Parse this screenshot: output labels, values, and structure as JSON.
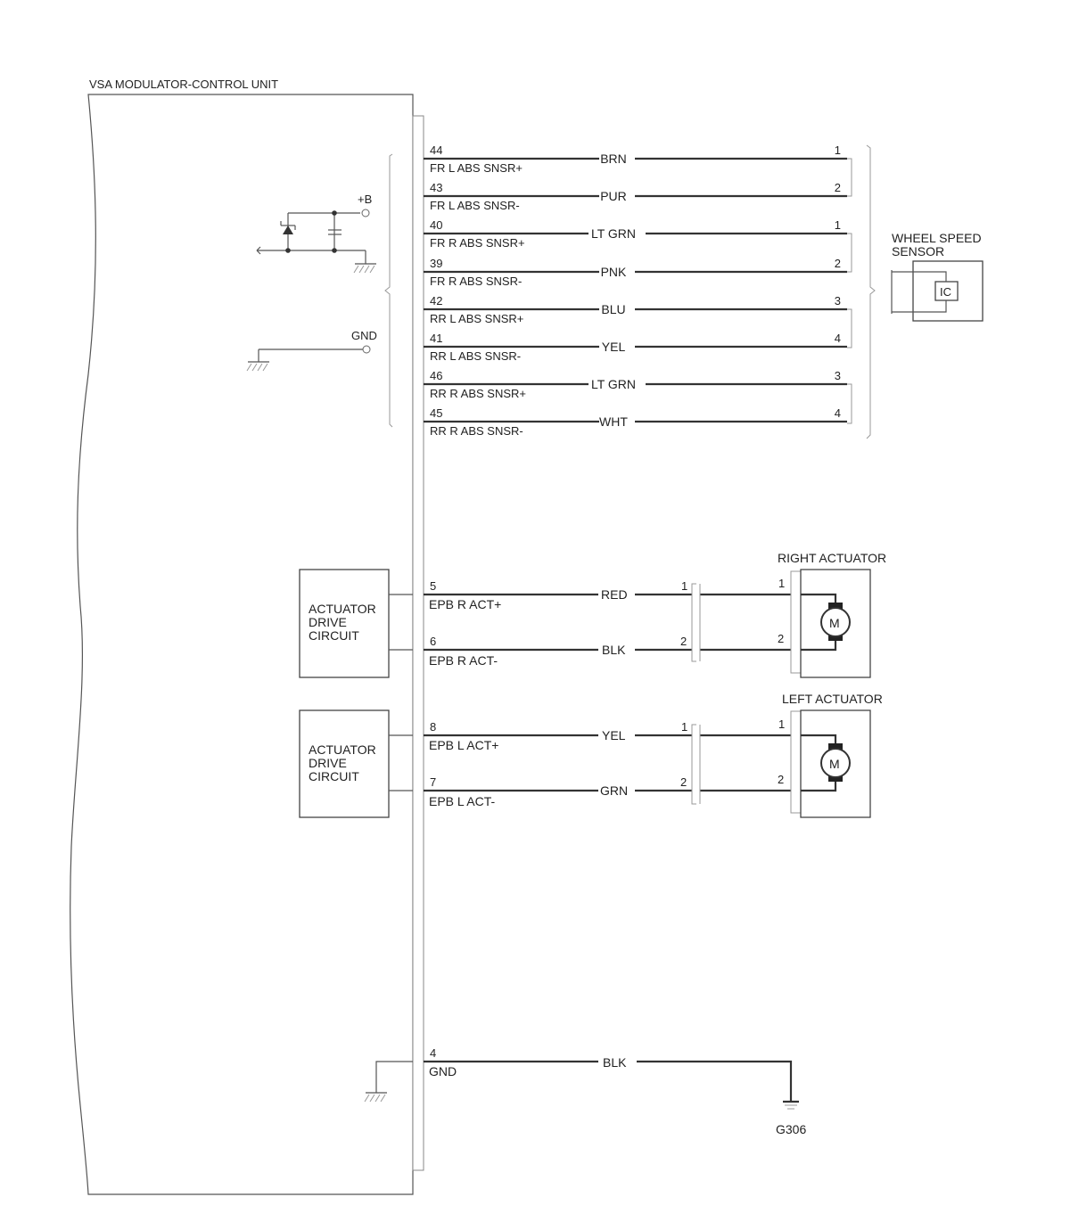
{
  "unit": {
    "title": "VSA MODULATOR-CONTROL UNIT",
    "plus_b": "+B",
    "gnd": "GND"
  },
  "sensor_wires": [
    {
      "pin": "44",
      "signal": "FR L ABS SNSR+",
      "color": "BRN",
      "term": "1"
    },
    {
      "pin": "43",
      "signal": "FR L ABS SNSR-",
      "color": "PUR",
      "term": "2"
    },
    {
      "pin": "40",
      "signal": "FR R ABS SNSR+",
      "color": "LT GRN",
      "term": "1"
    },
    {
      "pin": "39",
      "signal": "FR R ABS SNSR-",
      "color": "PNK",
      "term": "2"
    },
    {
      "pin": "42",
      "signal": "RR L ABS SNSR+",
      "color": "BLU",
      "term": "3"
    },
    {
      "pin": "41",
      "signal": "RR L ABS SNSR-",
      "color": "YEL",
      "term": "4"
    },
    {
      "pin": "46",
      "signal": "RR R ABS SNSR+",
      "color": "LT GRN",
      "term": "3"
    },
    {
      "pin": "45",
      "signal": "RR R ABS SNSR-",
      "color": "WHT",
      "term": "4"
    }
  ],
  "wheel_speed_sensor": {
    "label_line1": "WHEEL SPEED",
    "label_line2": "SENSOR",
    "ic": "IC"
  },
  "drive_circuit": {
    "line1": "ACTUATOR",
    "line2": "DRIVE",
    "line3": "CIRCUIT"
  },
  "right_actuator": {
    "label": "RIGHT ACTUATOR",
    "motor": "M",
    "wires": [
      {
        "pin": "5",
        "signal": "EPB R ACT+",
        "color": "RED",
        "conn_pin": "1",
        "act_pin": "1"
      },
      {
        "pin": "6",
        "signal": "EPB R ACT-",
        "color": "BLK",
        "conn_pin": "2",
        "act_pin": "2"
      }
    ]
  },
  "left_actuator": {
    "label": "LEFT ACTUATOR",
    "motor": "M",
    "wires": [
      {
        "pin": "8",
        "signal": "EPB L ACT+",
        "color": "YEL",
        "conn_pin": "1",
        "act_pin": "1"
      },
      {
        "pin": "7",
        "signal": "EPB L ACT-",
        "color": "GRN",
        "conn_pin": "2",
        "act_pin": "2"
      }
    ]
  },
  "ground_wire": {
    "pin": "4",
    "signal": "GND",
    "color": "BLK",
    "ground_point": "G306"
  }
}
